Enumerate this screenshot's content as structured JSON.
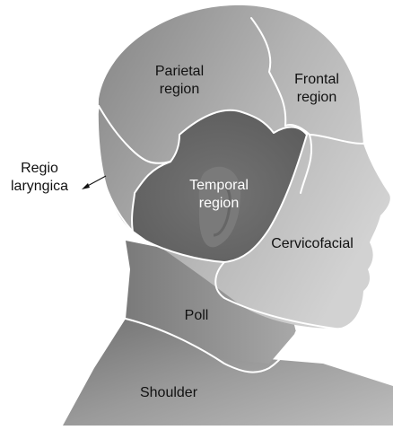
{
  "diagram": {
    "regions": [
      {
        "key": "parietal",
        "line1": "Parietal",
        "line2": "region"
      },
      {
        "key": "frontal",
        "line1": "Frontal",
        "line2": "region"
      },
      {
        "key": "temporal",
        "line1": "Temporal",
        "line2": "region"
      },
      {
        "key": "cervicofacial",
        "line1": "Cervicofacial"
      },
      {
        "key": "poll",
        "line1": "Poll"
      },
      {
        "key": "shoulder",
        "line1": "Shoulder"
      }
    ],
    "callout": {
      "line1": "Regio",
      "line2": "laryngica"
    },
    "colors": {
      "skin_light": "#b8b8b8",
      "skin_mid": "#8e8e8e",
      "skin_dark": "#5a5a5a",
      "temporal_fill": "#6b6b6b",
      "boundary": "#ffffff"
    }
  }
}
